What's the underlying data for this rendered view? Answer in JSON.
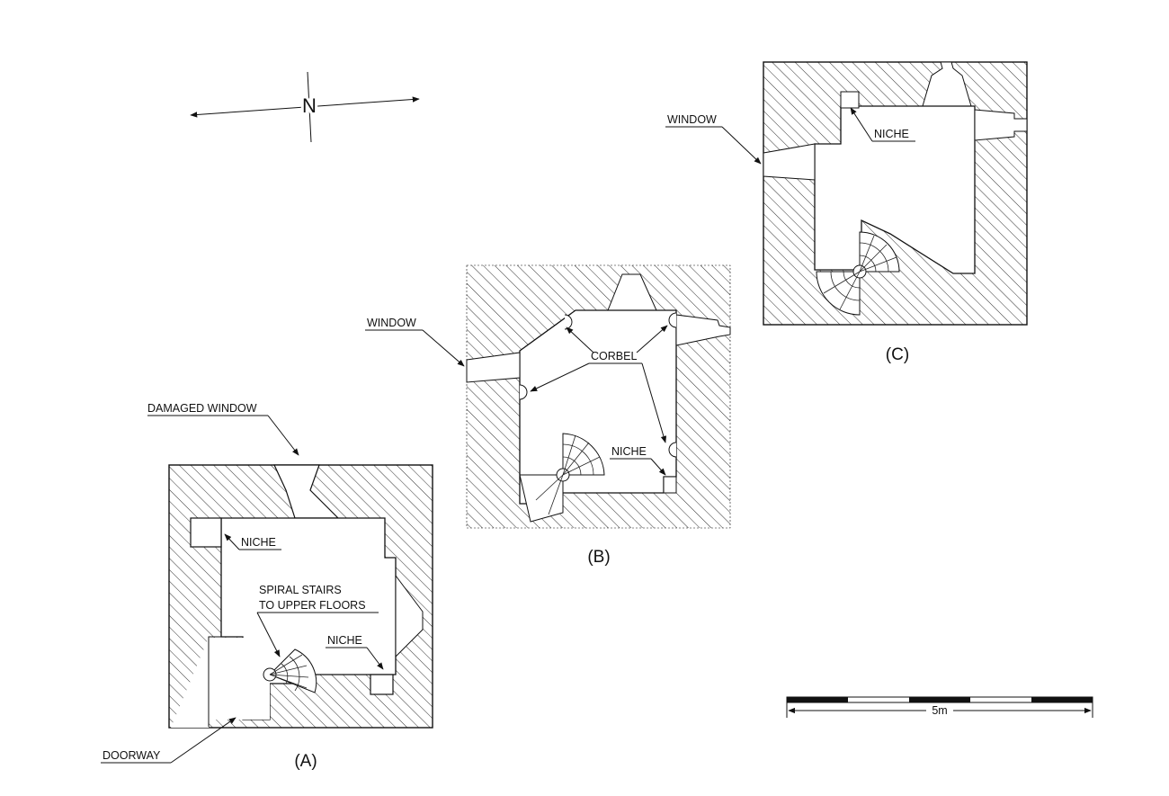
{
  "labels": {
    "plan_a_caption": "(A)",
    "plan_b_caption": "(B)",
    "plan_c_caption": "(C)",
    "damaged_window": "DAMAGED WINDOW",
    "niche": "NICHE",
    "spiral_stairs_line1": "SPIRAL STAIRS",
    "spiral_stairs_line2": "TO UPPER FLOORS",
    "doorway": "DOORWAY",
    "window": "WINDOW",
    "corbel": "CORBEL",
    "scale": "5m"
  },
  "north_arrow": {
    "symbol": "N"
  },
  "colors": {
    "line": "#111111",
    "background": "#ffffff"
  }
}
